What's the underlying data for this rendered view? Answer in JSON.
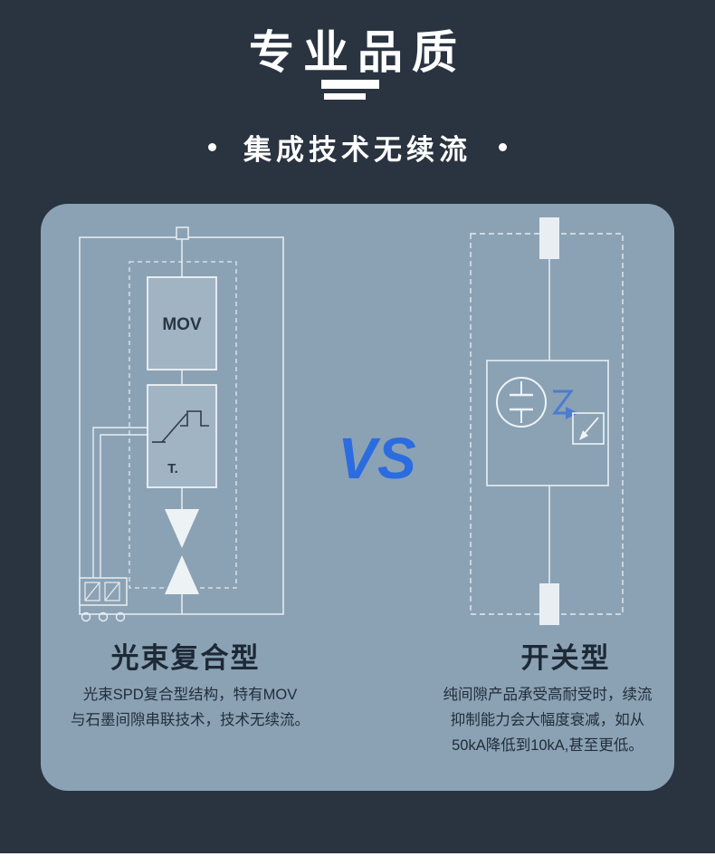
{
  "colors": {
    "background": "#2a3340",
    "panel": "#8ba2b5",
    "accent_blue": "#2b6ce0",
    "title_text": "#ffffff",
    "dark_text": "#1d2935"
  },
  "header": {
    "title": "专业品质",
    "subtitle": "集成技术无续流"
  },
  "comparison": {
    "vs_label": "VS",
    "left": {
      "diagram": {
        "mov_label": "MOV",
        "trigger_label": "T."
      },
      "title": "光束复合型",
      "description_lines": [
        "光束SPD复合型结构，特有MOV",
        "与石墨间隙串联技术，技术无续流。"
      ]
    },
    "right": {
      "title": "开关型",
      "description_lines": [
        "纯间隙产品承受高耐受时，续流",
        "抑制能力会大幅度衰减，如从",
        "50kA降低到10kA,甚至更低。"
      ]
    }
  }
}
